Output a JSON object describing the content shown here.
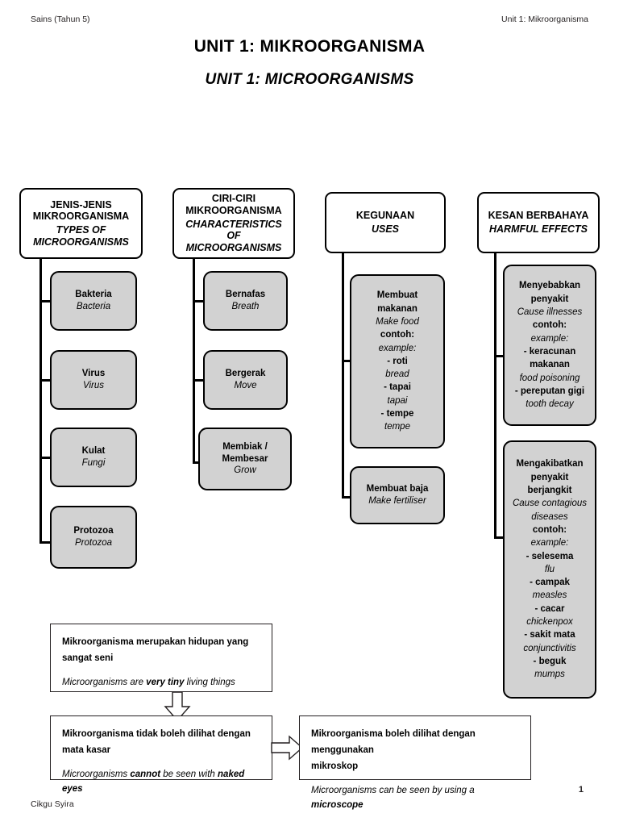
{
  "runhead": {
    "left": "Sains (Tahun 5)",
    "right": "Unit 1: Mikroorganisma"
  },
  "title_ms": "UNIT 1: MIKROORGANISMA",
  "title_en": "UNIT 1: MICROORGANISMS",
  "columns": [
    {
      "header": {
        "ms": "JENIS-JENIS MIKROORGANISMA",
        "en": "TYPES OF MICROORGANISMS"
      },
      "items": [
        {
          "lines": [
            {
              "t": "Bakteria",
              "s": "ms"
            },
            {
              "t": "Bacteria",
              "s": "en"
            }
          ]
        },
        {
          "lines": [
            {
              "t": "Virus",
              "s": "ms"
            },
            {
              "t": "Virus",
              "s": "en"
            }
          ]
        },
        {
          "lines": [
            {
              "t": "Kulat",
              "s": "ms"
            },
            {
              "t": "Fungi",
              "s": "en"
            }
          ]
        },
        {
          "lines": [
            {
              "t": "Protozoa",
              "s": "ms"
            },
            {
              "t": "Protozoa",
              "s": "en"
            }
          ]
        }
      ]
    },
    {
      "header": {
        "ms": "CIRI-CIRI MIKROORGANISMA",
        "en": "CHARACTERISTICS OF MICROORGANISMS"
      },
      "items": [
        {
          "lines": [
            {
              "t": "Bernafas",
              "s": "ms"
            },
            {
              "t": "Breath",
              "s": "en"
            }
          ]
        },
        {
          "lines": [
            {
              "t": "Bergerak",
              "s": "ms"
            },
            {
              "t": "Move",
              "s": "en"
            }
          ]
        },
        {
          "lines": [
            {
              "t": "Membiak /",
              "s": "ms"
            },
            {
              "t": "Membesar",
              "s": "ms"
            },
            {
              "t": "Grow",
              "s": "en"
            }
          ]
        }
      ]
    },
    {
      "header": {
        "ms": "KEGUNAAN",
        "en": "USES"
      },
      "items": [
        {
          "lines": [
            {
              "t": "Membuat makanan",
              "s": "ms"
            },
            {
              "t": "Make food",
              "s": "en"
            },
            {
              "t": "contoh:",
              "s": "ms"
            },
            {
              "t": "example:",
              "s": "en"
            },
            {
              "t": "- roti",
              "s": "ms"
            },
            {
              "t": "bread",
              "s": "en"
            },
            {
              "t": "- tapai",
              "s": "ms"
            },
            {
              "t": "tapai",
              "s": "en"
            },
            {
              "t": "- tempe",
              "s": "ms"
            },
            {
              "t": "tempe",
              "s": "en"
            }
          ]
        },
        {
          "lines": [
            {
              "t": "Membuat baja",
              "s": "ms"
            },
            {
              "t": "Make fertiliser",
              "s": "en"
            }
          ]
        }
      ]
    },
    {
      "header": {
        "ms": "KESAN BERBAHAYA",
        "en": "HARMFUL EFFECTS"
      },
      "items": [
        {
          "lines": [
            {
              "t": "Menyebabkan",
              "s": "ms"
            },
            {
              "t": "penyakit",
              "s": "ms"
            },
            {
              "t": "Cause illnesses",
              "s": "en"
            },
            {
              "t": "contoh:",
              "s": "ms"
            },
            {
              "t": "example:",
              "s": "en"
            },
            {
              "t": "- keracunan",
              "s": "ms"
            },
            {
              "t": "makanan",
              "s": "ms"
            },
            {
              "t": "food poisoning",
              "s": "en"
            },
            {
              "t": "- pereputan gigi",
              "s": "ms"
            },
            {
              "t": "tooth decay",
              "s": "en"
            }
          ]
        },
        {
          "lines": [
            {
              "t": "Mengakibatkan",
              "s": "ms"
            },
            {
              "t": "penyakit berjangkit",
              "s": "ms"
            },
            {
              "t": "Cause contagious",
              "s": "en"
            },
            {
              "t": "diseases",
              "s": "en"
            },
            {
              "t": "contoh:",
              "s": "ms"
            },
            {
              "t": "example:",
              "s": "en"
            },
            {
              "t": "- selesema",
              "s": "ms"
            },
            {
              "t": "flu",
              "s": "en"
            },
            {
              "t": "- campak",
              "s": "ms"
            },
            {
              "t": "measles",
              "s": "en"
            },
            {
              "t": "- cacar",
              "s": "ms"
            },
            {
              "t": "chickenpox",
              "s": "en"
            },
            {
              "t": "- sakit mata",
              "s": "ms"
            },
            {
              "t": "conjunctivitis",
              "s": "en"
            },
            {
              "t": "- beguk",
              "s": "ms"
            },
            {
              "t": "mumps",
              "s": "en"
            }
          ]
        }
      ]
    }
  ],
  "statements": [
    {
      "ms_line1": "Mikroorganisma merupakan hidupan yang",
      "ms_line2": "sangat seni",
      "en_pre": "Microorganisms are ",
      "en_bold": "very tiny",
      "en_post": " living things"
    },
    {
      "ms_line1": "Mikroorganisma tidak boleh dilihat dengan",
      "ms_line2": "mata kasar",
      "en_pre": "Microorganisms ",
      "en_bold": "cannot",
      "en_mid": " be seen with ",
      "en_bold2": "naked eyes",
      "en_post": ""
    },
    {
      "ms_line1": "Mikroorganisma boleh dilihat dengan menggunakan",
      "ms_line2": "mikroskop",
      "en_pre": "Microorganisms can be seen by using a ",
      "en_bold": "microscope",
      "en_post": ""
    }
  ],
  "footer": {
    "author": "Cikgu Syira",
    "page": "1"
  }
}
